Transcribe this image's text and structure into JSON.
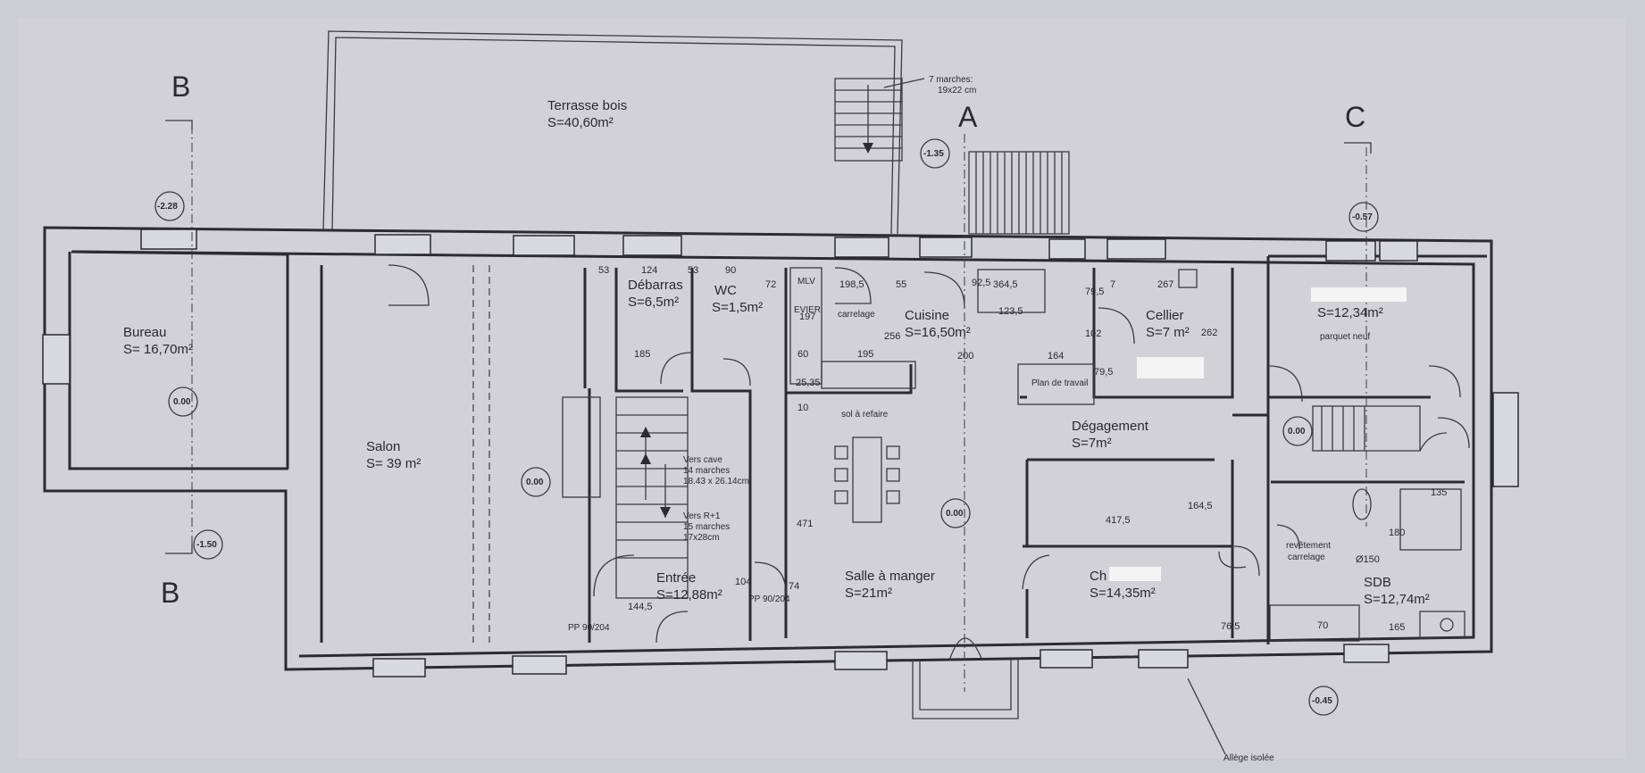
{
  "rooms": {
    "terrasse": {
      "name": "Terrasse bois",
      "area": "S=40,60m²"
    },
    "bureau": {
      "name": "Bureau",
      "area": "S= 16,70m²"
    },
    "salon": {
      "name": "Salon",
      "area": "S= 39 m²"
    },
    "debarras": {
      "name": "Débarras",
      "area": "S=6,5m²"
    },
    "wc": {
      "name": "WC",
      "area": "S=1,5m²"
    },
    "cuisine": {
      "name": "Cuisine",
      "area": "S=16,50m²"
    },
    "cellier": {
      "name": "Cellier",
      "area": "S=7 m²"
    },
    "chambre1": {
      "name": "",
      "area": "S=12,34m²"
    },
    "degagement": {
      "name": "Dégagement",
      "area": "S=7m²"
    },
    "entree": {
      "name": "Entrée",
      "area": "S=12,88m²"
    },
    "salle": {
      "name": "Salle à manger",
      "area": "S=21m²"
    },
    "chambre2": {
      "name": "Ch",
      "area": "S=14,35m²"
    },
    "sdb": {
      "name": "SDB",
      "area": "S=12,74m²"
    }
  },
  "notes": {
    "stairs_terrace": "7 marches:",
    "stairs_terrace_dim": "19x22 cm",
    "carrelage": "carrelage",
    "parquet": "parquet neuf",
    "sol": "sol à refaire",
    "vers_cave_1": "Vers cave",
    "vers_cave_2": "14 marches",
    "vers_cave_3": "18.43 x 26.14cm",
    "vers_r1_1": "Vers R+1",
    "vers_r1_2": "15 marches",
    "vers_r1_3": "17x28cm",
    "revetement_1": "revêtement",
    "revetement_2": "carrelage",
    "allege": "Allège isolée",
    "mlv": "MLV",
    "evier": "EVIER",
    "plan_travail": "Plan de travail",
    "pp_entree": "PP 90/204",
    "pp_salon": "PP 90/204"
  },
  "sections": {
    "b_top": "B",
    "b_bottom": "B",
    "a": "A",
    "c": "C"
  },
  "levels": [
    "-2.28",
    "-1.35",
    "-0.57",
    "0.00",
    "0.00",
    "0.00",
    "0.00",
    "-1.50",
    "-0.45"
  ],
  "dimensions": [
    "53",
    "124",
    "53",
    "90",
    "72",
    "198,5",
    "55",
    "92,5",
    "364,5",
    "7",
    "79,5",
    "267",
    "123,5",
    "197",
    "256",
    "102",
    "262",
    "195",
    "200",
    "164",
    "79,5",
    "25,35",
    "60",
    "10",
    "185",
    "471",
    "417,5",
    "164,5",
    "104",
    "74",
    "144,5",
    "76,5",
    "70",
    "165",
    "Ø150",
    "180",
    "135"
  ]
}
